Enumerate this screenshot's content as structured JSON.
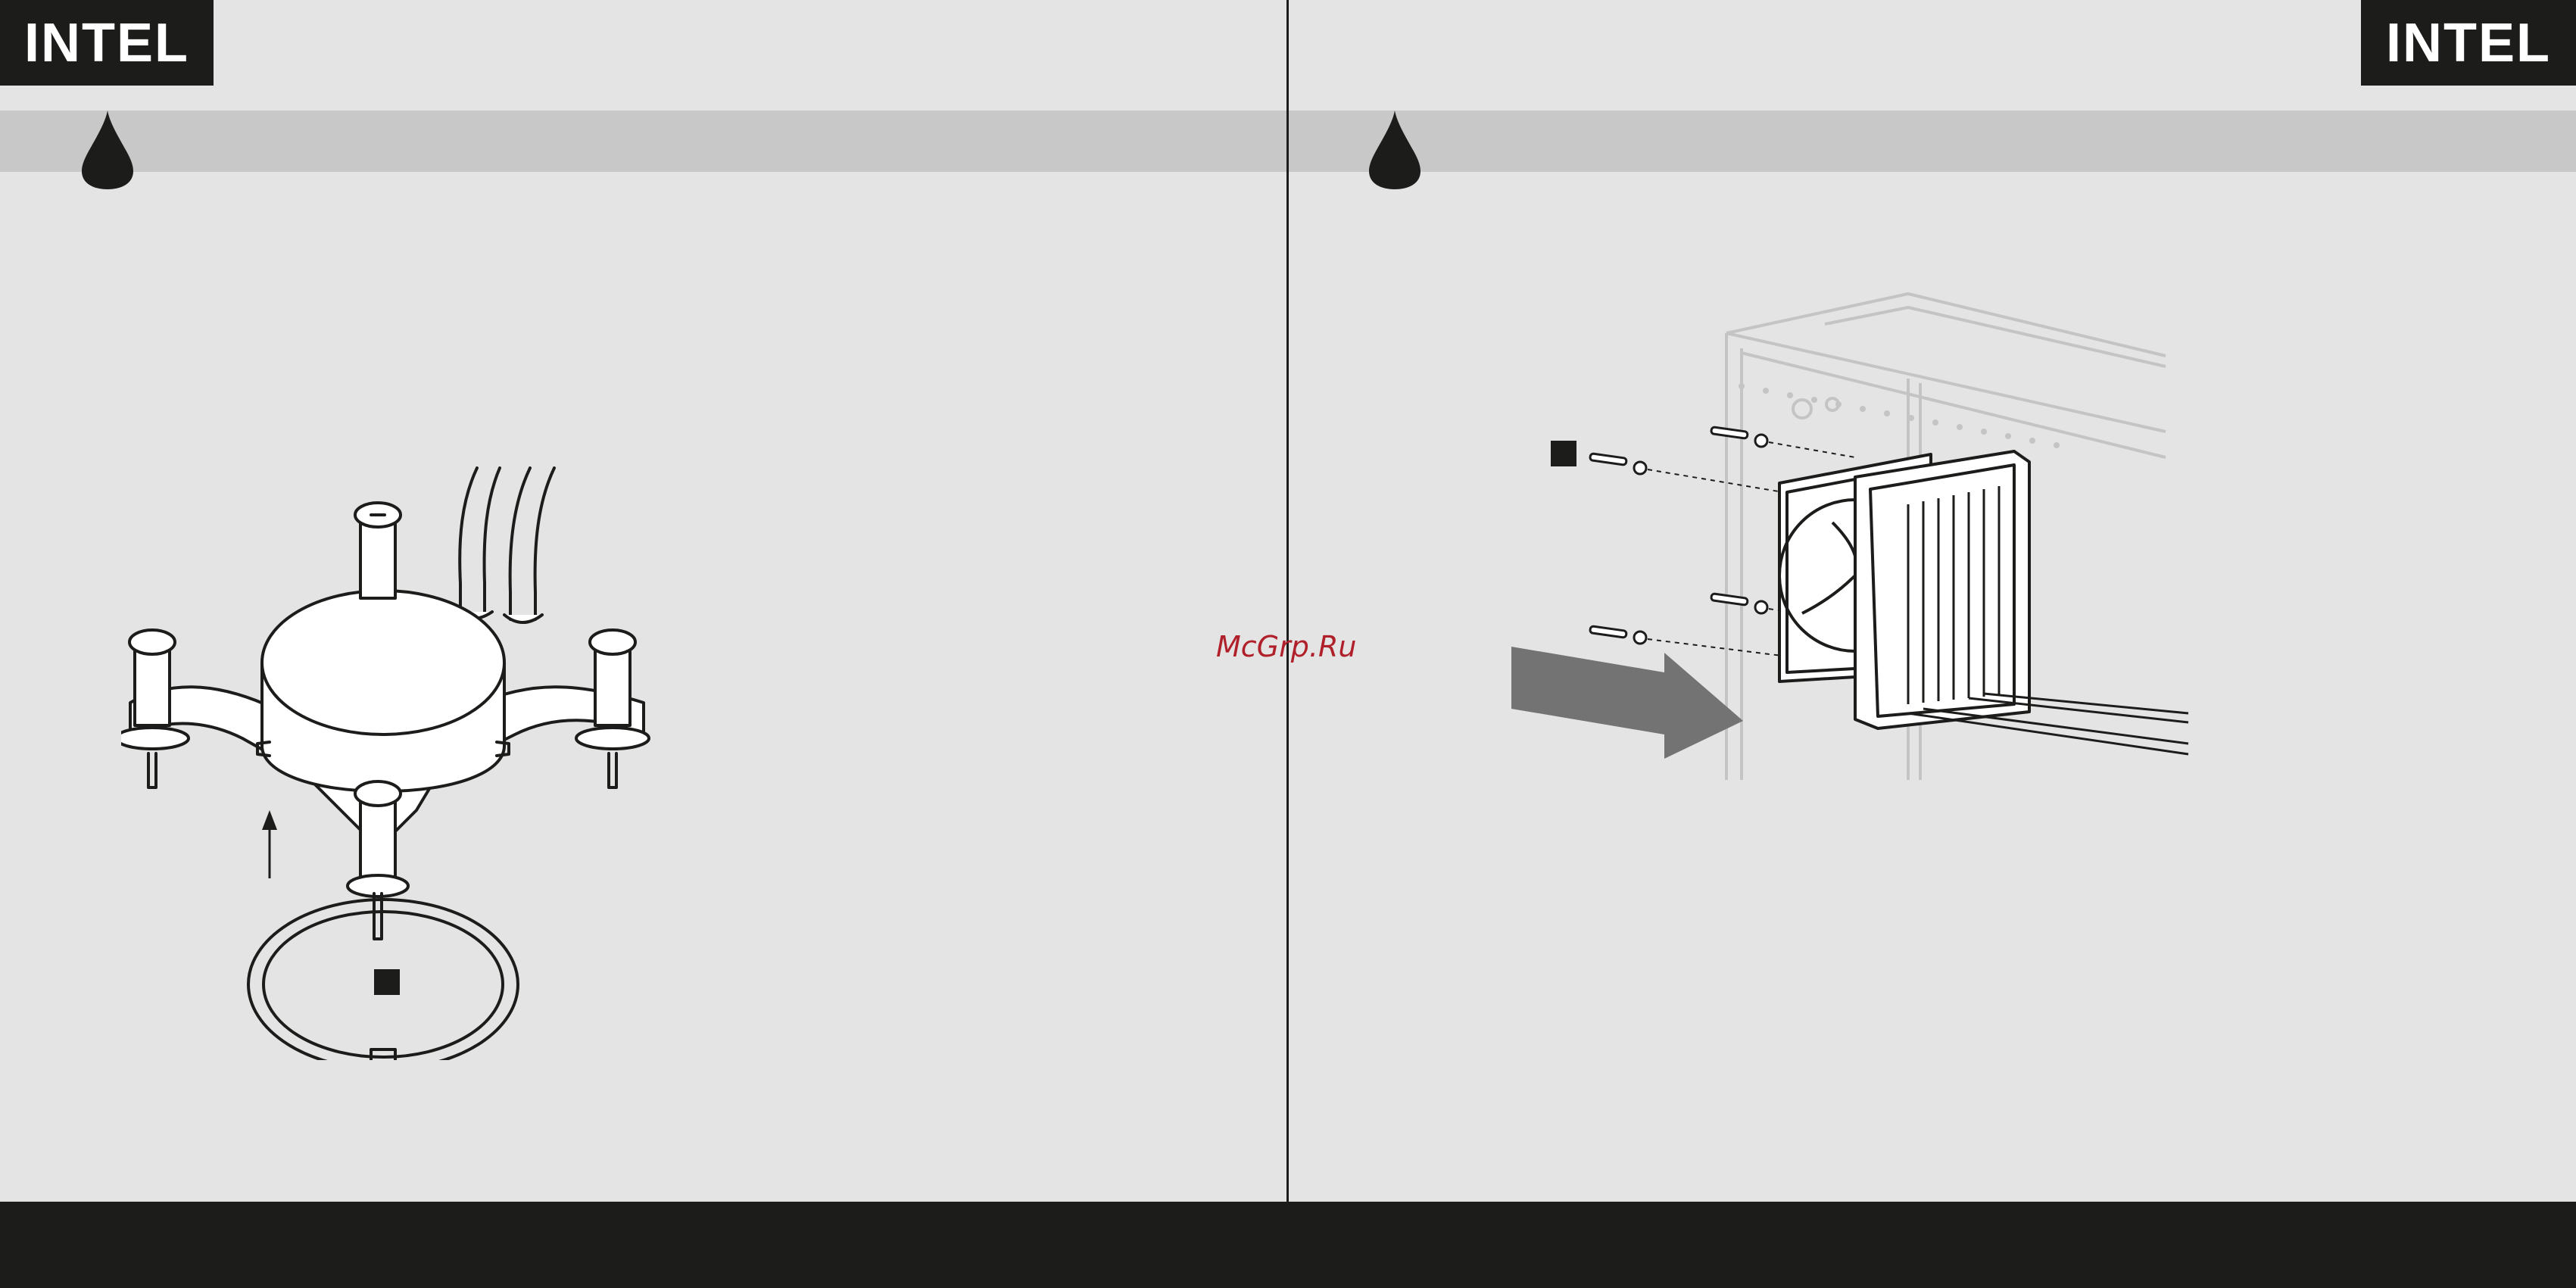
{
  "left_page": {
    "brand_label": "INTEL",
    "accent_icon": "water-drop-icon"
  },
  "right_page": {
    "brand_label": "INTEL",
    "accent_icon": "water-drop-icon"
  },
  "watermark": "McGrp.Ru",
  "colors": {
    "background": "#e4e4e4",
    "header_band": "#c8c8c8",
    "dark": "#1c1c1b",
    "arrow": "#737373",
    "watermark": "#b0202a"
  }
}
